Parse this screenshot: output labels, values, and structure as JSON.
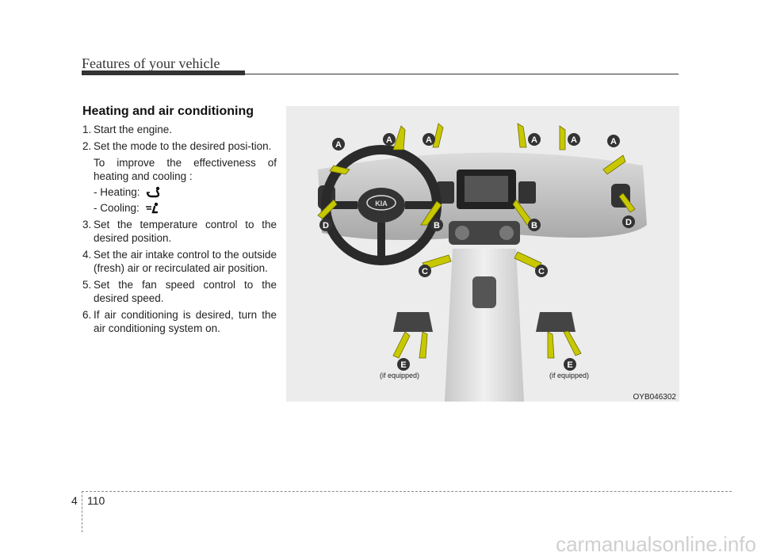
{
  "header": {
    "title": "Features of your vehicle"
  },
  "section": {
    "heading": "Heating and air conditioning"
  },
  "steps": [
    {
      "num": "1.",
      "text": "Start the engine."
    },
    {
      "num": "2.",
      "text": "Set the mode to the desired posi-tion."
    },
    {
      "num": "3.",
      "text": "Set the temperature control to the desired position."
    },
    {
      "num": "4.",
      "text": "Set the air intake control to the outside (fresh) air or recirculated air position."
    },
    {
      "num": "5.",
      "text": "Set the fan speed control to the desired speed."
    },
    {
      "num": "6.",
      "text": "If air conditioning is desired, turn the air conditioning system on."
    }
  ],
  "note": {
    "text": "To improve the effectiveness of heating and cooling :",
    "heating": "- Heating:",
    "cooling": "- Cooling:",
    "heating_icon": "floor-mode-icon",
    "cooling_icon": "face-mode-icon"
  },
  "figure": {
    "code": "OYB046302",
    "if_equipped": "(if equipped)",
    "labels": {
      "a": "A",
      "b": "B",
      "c": "C",
      "d": "D",
      "e": "E"
    },
    "label_color": "#333333",
    "arrow_color": "#c8c800"
  },
  "footer": {
    "chapter": "4",
    "page": "110"
  },
  "watermark": "carmanualsonline.info"
}
